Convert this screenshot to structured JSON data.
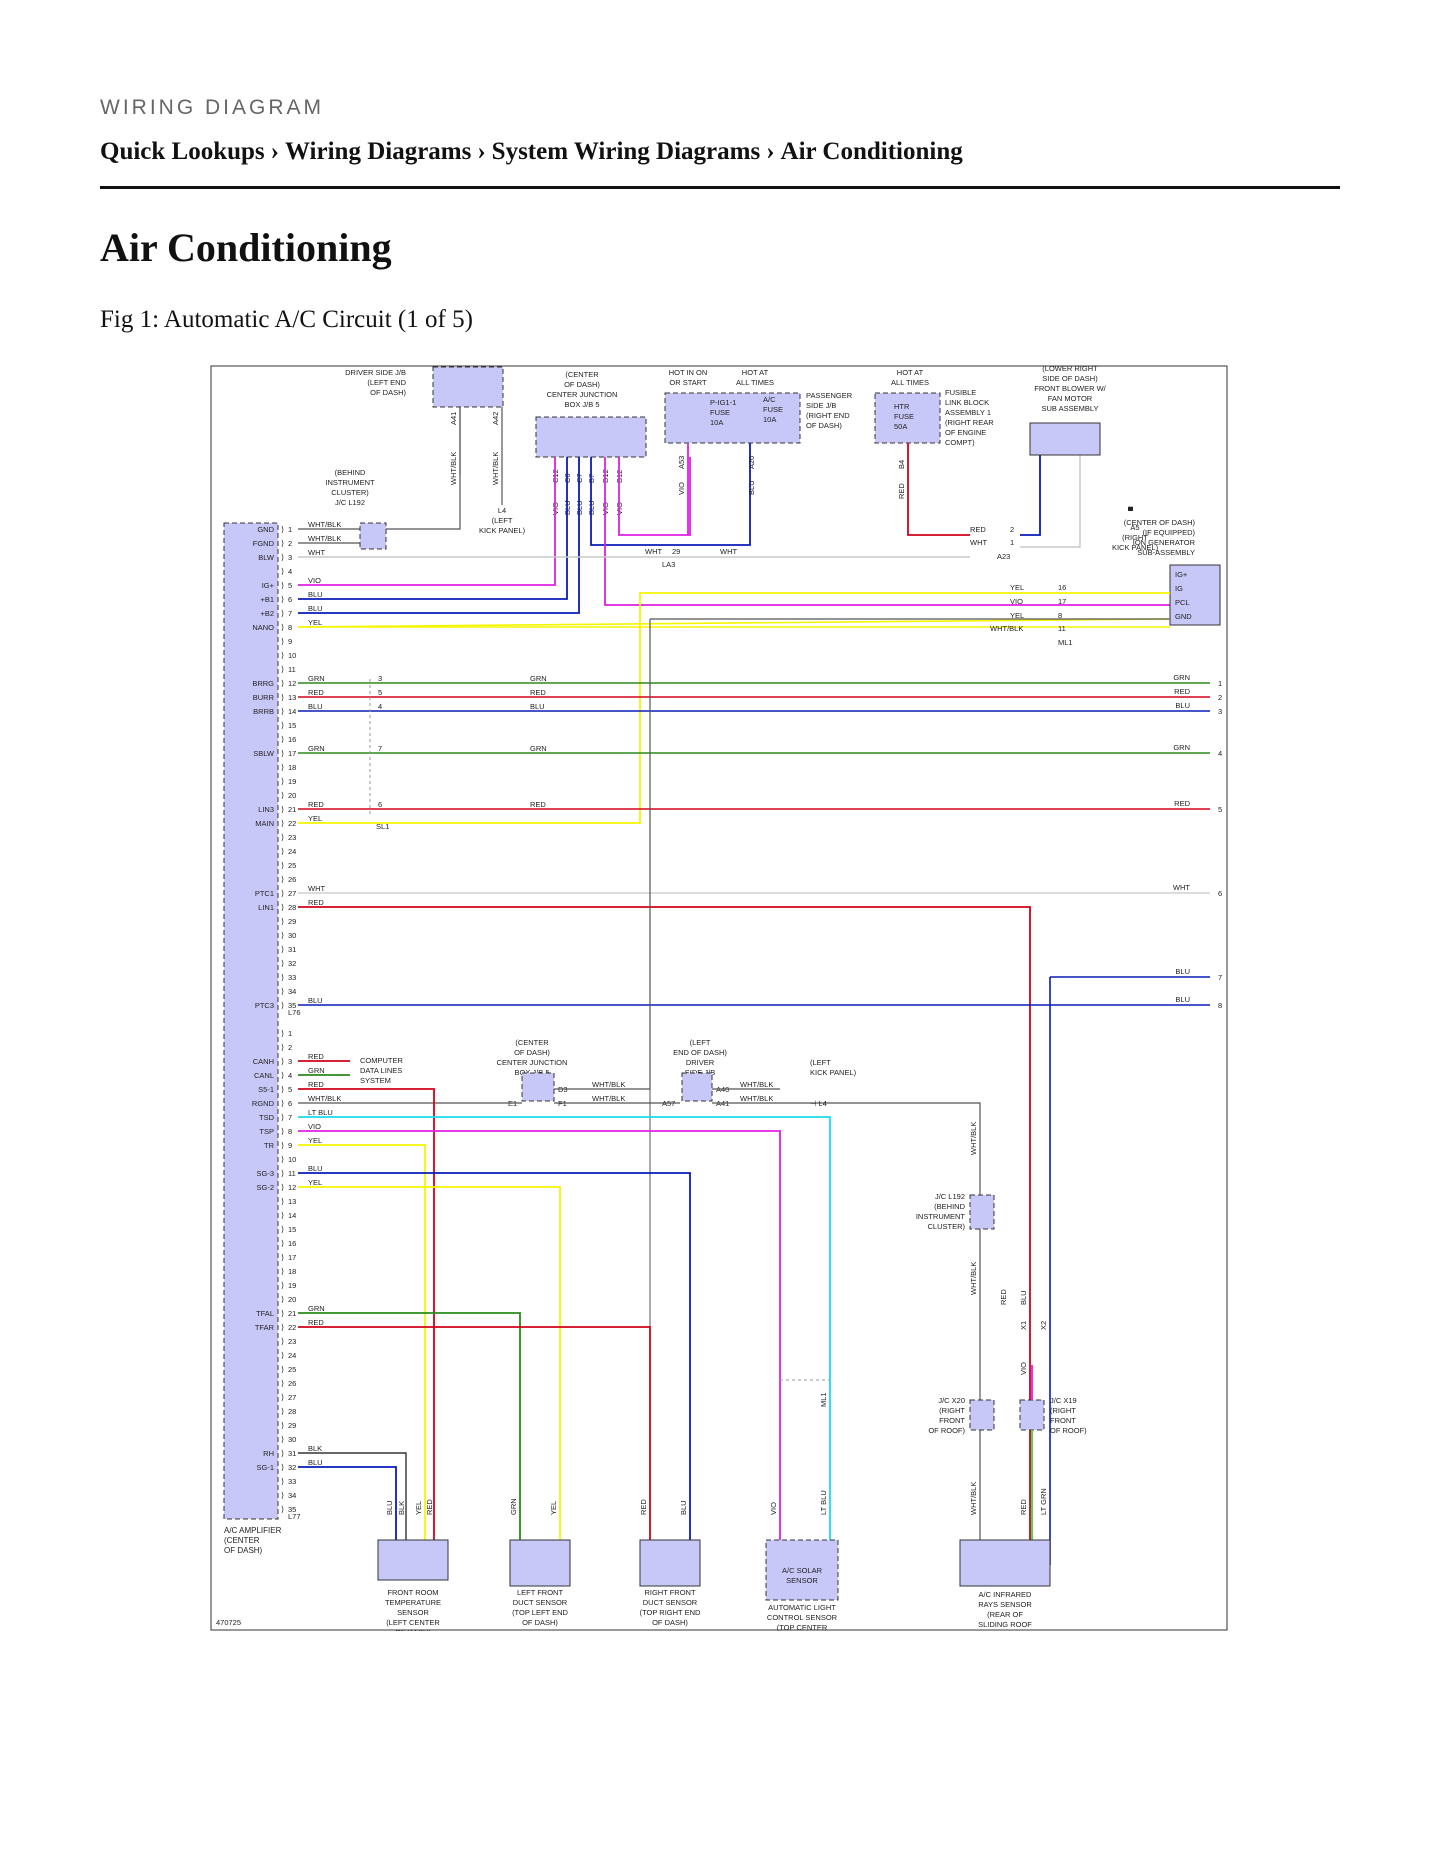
{
  "header": {
    "kicker": "WIRING DIAGRAM",
    "breadcrumb": [
      "Quick Lookups",
      "Wiring Diagrams",
      "System Wiring Diagrams",
      "Air Conditioning"
    ],
    "separator": "›"
  },
  "page_title": "Air Conditioning",
  "figure_caption": "Fig 1: Automatic A/C Circuit (1 of 5)",
  "diagram": {
    "figure_id": "470725",
    "colors": {
      "WHT": "#c8c8c8",
      "RED": "#d0021b",
      "BLU": "#0a1bb8",
      "VIO": "#e020e0",
      "YEL": "#f5f500",
      "GRN": "#2a8a1a",
      "LTBLU": "#18dcec",
      "BLK": "#333333",
      "LTGRN": "#3ad23a",
      "WHTBLK": "#555555",
      "component_fill": "#c8c8f8"
    },
    "amplifier": {
      "name": "A/C AMPLIFIER\n(CENTER\nOF DASH)",
      "connector_top": "L76",
      "connector_bottom": "L77",
      "pins_top": [
        {
          "n": "1",
          "label": "GND",
          "wire": "WHT/BLK"
        },
        {
          "n": "2",
          "label": "FGND",
          "wire": "WHT/BLK"
        },
        {
          "n": "3",
          "label": "BLW",
          "wire": "WHT"
        },
        {
          "n": "4",
          "label": "",
          "wire": ""
        },
        {
          "n": "5",
          "label": "IG+",
          "wire": "VIO"
        },
        {
          "n": "6",
          "label": "+B1",
          "wire": "BLU"
        },
        {
          "n": "7",
          "label": "+B2",
          "wire": "BLU"
        },
        {
          "n": "8",
          "label": "NANO",
          "wire": "YEL"
        },
        {
          "n": "9",
          "label": "",
          "wire": ""
        },
        {
          "n": "10",
          "label": "",
          "wire": ""
        },
        {
          "n": "11",
          "label": "",
          "wire": ""
        },
        {
          "n": "12",
          "label": "BRRG",
          "wire": "GRN"
        },
        {
          "n": "13",
          "label": "BURR",
          "wire": "RED"
        },
        {
          "n": "14",
          "label": "BRRB",
          "wire": "BLU"
        },
        {
          "n": "15",
          "label": "",
          "wire": ""
        },
        {
          "n": "16",
          "label": "",
          "wire": ""
        },
        {
          "n": "17",
          "label": "SBLW",
          "wire": "GRN"
        },
        {
          "n": "18",
          "label": "",
          "wire": ""
        },
        {
          "n": "19",
          "label": "",
          "wire": ""
        },
        {
          "n": "20",
          "label": "",
          "wire": ""
        },
        {
          "n": "21",
          "label": "LIN3",
          "wire": "RED"
        },
        {
          "n": "22",
          "label": "MAIN",
          "wire": "YEL"
        },
        {
          "n": "23",
          "label": "",
          "wire": ""
        },
        {
          "n": "24",
          "label": "",
          "wire": ""
        },
        {
          "n": "25",
          "label": "",
          "wire": ""
        },
        {
          "n": "26",
          "label": "",
          "wire": ""
        },
        {
          "n": "27",
          "label": "PTC1",
          "wire": "WHT"
        },
        {
          "n": "28",
          "label": "LIN1",
          "wire": "RED"
        },
        {
          "n": "29",
          "label": "",
          "wire": ""
        },
        {
          "n": "30",
          "label": "",
          "wire": ""
        },
        {
          "n": "31",
          "label": "",
          "wire": ""
        },
        {
          "n": "32",
          "label": "",
          "wire": ""
        },
        {
          "n": "33",
          "label": "",
          "wire": ""
        },
        {
          "n": "34",
          "label": "",
          "wire": ""
        },
        {
          "n": "35",
          "label": "PTC3",
          "wire": "BLU"
        }
      ],
      "pins_bottom": [
        {
          "n": "1",
          "label": "",
          "wire": ""
        },
        {
          "n": "2",
          "label": "",
          "wire": ""
        },
        {
          "n": "3",
          "label": "CANH",
          "wire": "RED"
        },
        {
          "n": "4",
          "label": "CANL",
          "wire": "GRN"
        },
        {
          "n": "5",
          "label": "S5-1",
          "wire": "RED"
        },
        {
          "n": "6",
          "label": "RGND",
          "wire": "WHT/BLK"
        },
        {
          "n": "7",
          "label": "TSD",
          "wire": "LT BLU"
        },
        {
          "n": "8",
          "label": "TSP",
          "wire": "VIO"
        },
        {
          "n": "9",
          "label": "TR",
          "wire": "YEL"
        },
        {
          "n": "10",
          "label": "",
          "wire": ""
        },
        {
          "n": "11",
          "label": "SG-3",
          "wire": "BLU"
        },
        {
          "n": "12",
          "label": "SG-2",
          "wire": "YEL"
        },
        {
          "n": "13",
          "label": "",
          "wire": ""
        },
        {
          "n": "14",
          "label": "",
          "wire": ""
        },
        {
          "n": "15",
          "label": "",
          "wire": ""
        },
        {
          "n": "16",
          "label": "",
          "wire": ""
        },
        {
          "n": "17",
          "label": "",
          "wire": ""
        },
        {
          "n": "18",
          "label": "",
          "wire": ""
        },
        {
          "n": "19",
          "label": "",
          "wire": ""
        },
        {
          "n": "20",
          "label": "",
          "wire": ""
        },
        {
          "n": "21",
          "label": "TFAL",
          "wire": "GRN"
        },
        {
          "n": "22",
          "label": "TFAR",
          "wire": "RED"
        },
        {
          "n": "23",
          "label": "",
          "wire": ""
        },
        {
          "n": "24",
          "label": "",
          "wire": ""
        },
        {
          "n": "25",
          "label": "",
          "wire": ""
        },
        {
          "n": "26",
          "label": "",
          "wire": ""
        },
        {
          "n": "27",
          "label": "",
          "wire": ""
        },
        {
          "n": "28",
          "label": "",
          "wire": ""
        },
        {
          "n": "29",
          "label": "",
          "wire": ""
        },
        {
          "n": "30",
          "label": "",
          "wire": ""
        },
        {
          "n": "31",
          "label": "RH",
          "wire": "BLK"
        },
        {
          "n": "32",
          "label": "SG-1",
          "wire": "BLU"
        },
        {
          "n": "33",
          "label": "",
          "wire": ""
        },
        {
          "n": "34",
          "label": "",
          "wire": ""
        },
        {
          "n": "35",
          "label": "",
          "wire": ""
        }
      ]
    },
    "components": {
      "driver_jb": "DRIVER SIDE J/B\n(LEFT END\nOF DASH)",
      "driver_jb_pins": [
        "A41",
        "A42"
      ],
      "center_jb": "(CENTER\nOF DASH)\nCENTER JUNCTION\nBOX J/B 5",
      "center_jb_pins": [
        "C12",
        "C6",
        "C7",
        "B7",
        "D12",
        "B12"
      ],
      "center_jb_wires": [
        "VIO",
        "BLU",
        "BLU",
        "BLU",
        "VIO",
        "VIO"
      ],
      "hot_in_on": "HOT IN ON\nOR START",
      "hot_at_all": "HOT AT\nALL TIMES",
      "fuse_pig1": "P-IG1-1\nFUSE\n10A",
      "fuse_ac": "A/C\nFUSE\n10A",
      "passenger_jb": "PASSENGER\nSIDE J/B\n(RIGHT END\nOF DASH)",
      "passenger_jb_pins": [
        "A53",
        "A20"
      ],
      "hot_at_all_2": "HOT AT\nALL TIMES",
      "htr_fuse": "HTR\nFUSE\n50A",
      "fusible_link": "FUSIBLE\nLINK BLOCK\nASSEMBLY 1\n(RIGHT REAR\nOF ENGINE\nCOMPT)",
      "htr_pin": "B4",
      "blower": "(LOWER RIGHT\nSIDE OF DASH)\nFRONT BLOWER W/\nFAN MOTOR\nSUB ASSEMBLY",
      "blower_conn": "A23",
      "jc_l192_top": "(BEHIND\nINSTRUMENT\nCLUSTER)\nJ/C L192",
      "ground_l4": "L4\n(LEFT\nKICK PANEL)",
      "ground_a5": "A5\n(RIGHT\nKICK PANEL)",
      "ion_gen": "(CENTER OF DASH)\n(IF EQUIPPED)\nION GENERATOR\nSUB-ASSEMBLY",
      "ion_pins": [
        "IG+",
        "IG",
        "PCL",
        "GND"
      ],
      "ml1": "ML1",
      "sl1": "SL1",
      "la3": "LA3",
      "a23": "A23",
      "computer_data": "COMPUTER\nDATA LINES\nSYSTEM",
      "center_jb_2": "(CENTER\nOF DASH)\nCENTER JUNCTION\nBOX J/B 5",
      "driver_jb_2": "(LEFT\nEND OF DASH)\nDRIVER\nSIDE J/B",
      "ground_l4_2": "(LEFT\nKICK PANEL)",
      "l4": "L4",
      "jc_l192_bottom": "J/C L192\n(BEHIND\nINSTRUMENT\nCLUSTER)",
      "jc_x20": "J/C X20\n(RIGHT\nFRONT\nOF ROOF)",
      "jc_x19": "J/C X19\n(RIGHT\nFRONT\nOF ROOF)",
      "front_room": "FRONT ROOM\nTEMPERATURE\nSENSOR\n(LEFT CENTER\nOF DASH)",
      "left_duct": "LEFT FRONT\nDUCT SENSOR\n(TOP LEFT END\nOF DASH)",
      "right_duct": "RIGHT FRONT\nDUCT SENSOR\n(TOP RIGHT END\nOF DASH)",
      "solar": "A/C SOLAR\nSENSOR",
      "auto_light": "AUTOMATIC LIGHT\nCONTROL SENSOR\n(TOP CENTER\nFRONT OF DASH)",
      "infrared": "A/C INFRARED\nRAYS SENSOR\n(REAR OF\nSLIDING ROOF\nASSEMBLY)",
      "x1": "X1",
      "x2": "X2"
    },
    "right_connector_numbers": [
      "1",
      "2",
      "3",
      "4",
      "5",
      "6",
      "7",
      "8"
    ]
  }
}
